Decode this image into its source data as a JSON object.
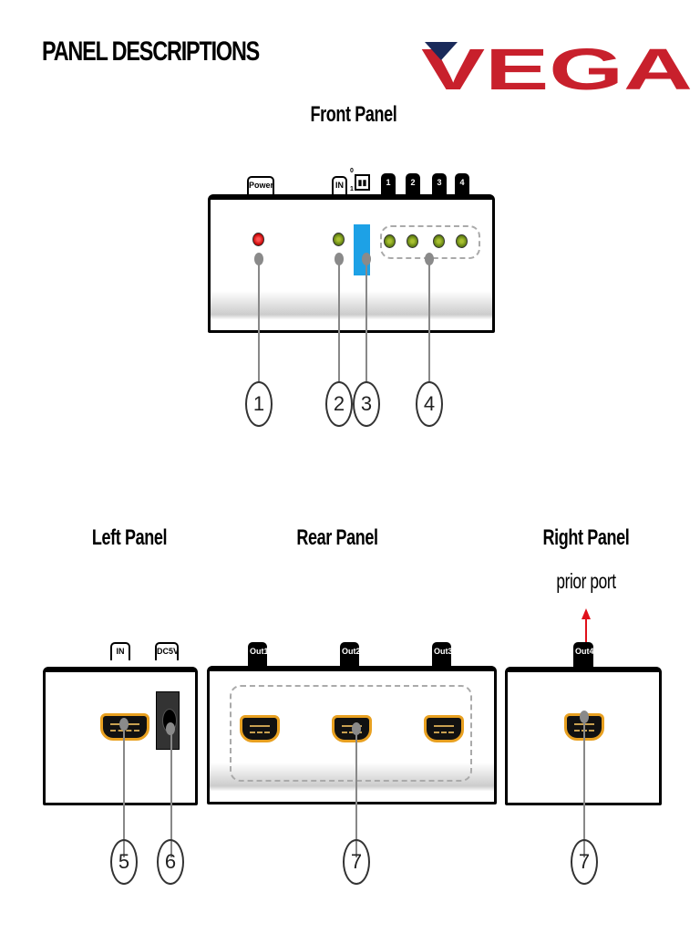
{
  "header": {
    "title": "PANEL DESCRIPTIONS",
    "brand": "VEGA",
    "brand_color": "#c8202c",
    "brand_accent_color": "#1a2a5a"
  },
  "front_panel": {
    "title": "Front Panel",
    "labels": {
      "power": "Power",
      "in": "IN",
      "dip_top": "0",
      "dip_bottom": "1",
      "ports": [
        "1",
        "2",
        "3",
        "4"
      ]
    },
    "led_colors": {
      "power": "#cc0000",
      "status": "#6a8a18"
    },
    "callouts": [
      "1",
      "2",
      "3",
      "4"
    ]
  },
  "left_panel": {
    "title": "Left Panel",
    "labels": {
      "in": "IN",
      "dc": "DC5V"
    },
    "callouts": [
      "5",
      "6"
    ]
  },
  "rear_panel": {
    "title": "Rear Panel",
    "labels": [
      "Out1",
      "Out2",
      "Out3"
    ],
    "callouts": [
      "7"
    ]
  },
  "right_panel": {
    "title": "Right Panel",
    "note": "prior port",
    "labels": [
      "Out4"
    ],
    "callouts": [
      "7"
    ],
    "arrow_color": "#e0101a"
  }
}
